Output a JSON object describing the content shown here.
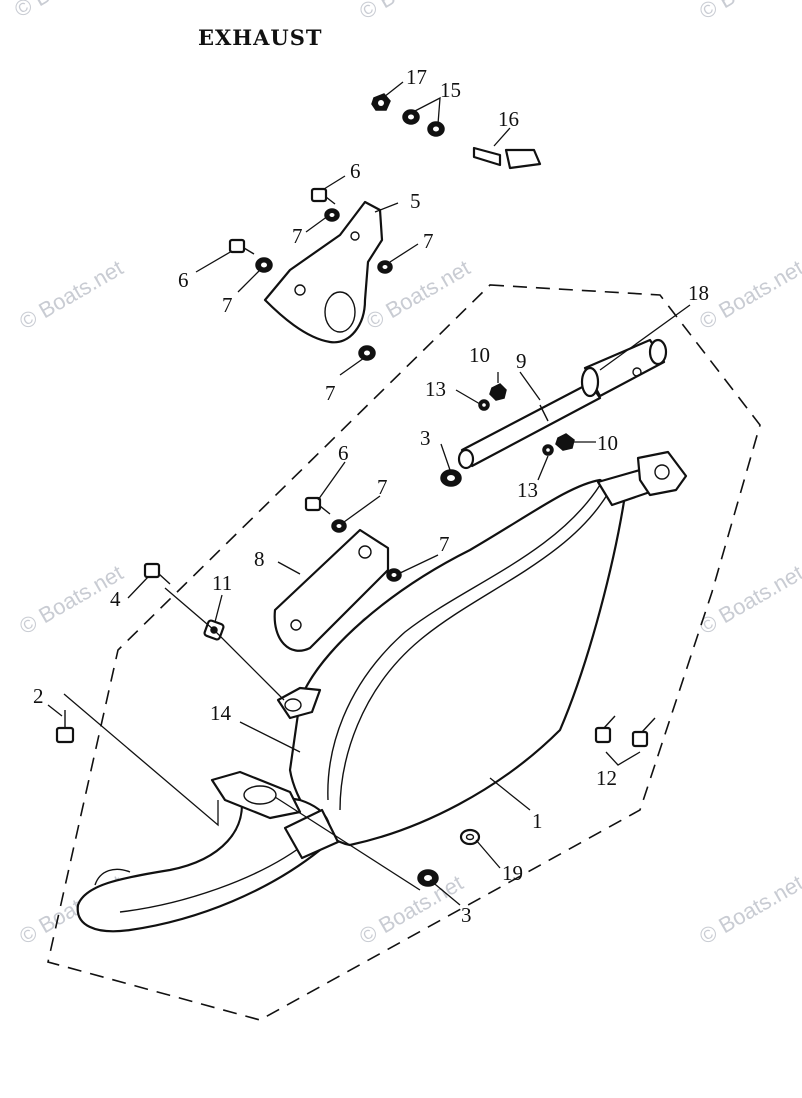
{
  "title": "EXHAUST",
  "watermark": "© Boats.net",
  "callouts": [
    {
      "id": "c1",
      "label": "1"
    },
    {
      "id": "c2",
      "label": "2"
    },
    {
      "id": "c3a",
      "label": "3"
    },
    {
      "id": "c3b",
      "label": "3"
    },
    {
      "id": "c4",
      "label": "4"
    },
    {
      "id": "c5",
      "label": "5"
    },
    {
      "id": "c6a",
      "label": "6"
    },
    {
      "id": "c6b",
      "label": "6"
    },
    {
      "id": "c6c",
      "label": "6"
    },
    {
      "id": "c7a",
      "label": "7"
    },
    {
      "id": "c7b",
      "label": "7"
    },
    {
      "id": "c7c",
      "label": "7"
    },
    {
      "id": "c7d",
      "label": "7"
    },
    {
      "id": "c7e",
      "label": "7"
    },
    {
      "id": "c7f",
      "label": "7"
    },
    {
      "id": "c8",
      "label": "8"
    },
    {
      "id": "c9",
      "label": "9"
    },
    {
      "id": "c10a",
      "label": "10"
    },
    {
      "id": "c10b",
      "label": "10"
    },
    {
      "id": "c11",
      "label": "11"
    },
    {
      "id": "c12",
      "label": "12"
    },
    {
      "id": "c13a",
      "label": "13"
    },
    {
      "id": "c13b",
      "label": "13"
    },
    {
      "id": "c14",
      "label": "14"
    },
    {
      "id": "c15",
      "label": "15"
    },
    {
      "id": "c16",
      "label": "16"
    },
    {
      "id": "c17",
      "label": "17"
    },
    {
      "id": "c18",
      "label": "18"
    },
    {
      "id": "c19",
      "label": "19"
    }
  ]
}
